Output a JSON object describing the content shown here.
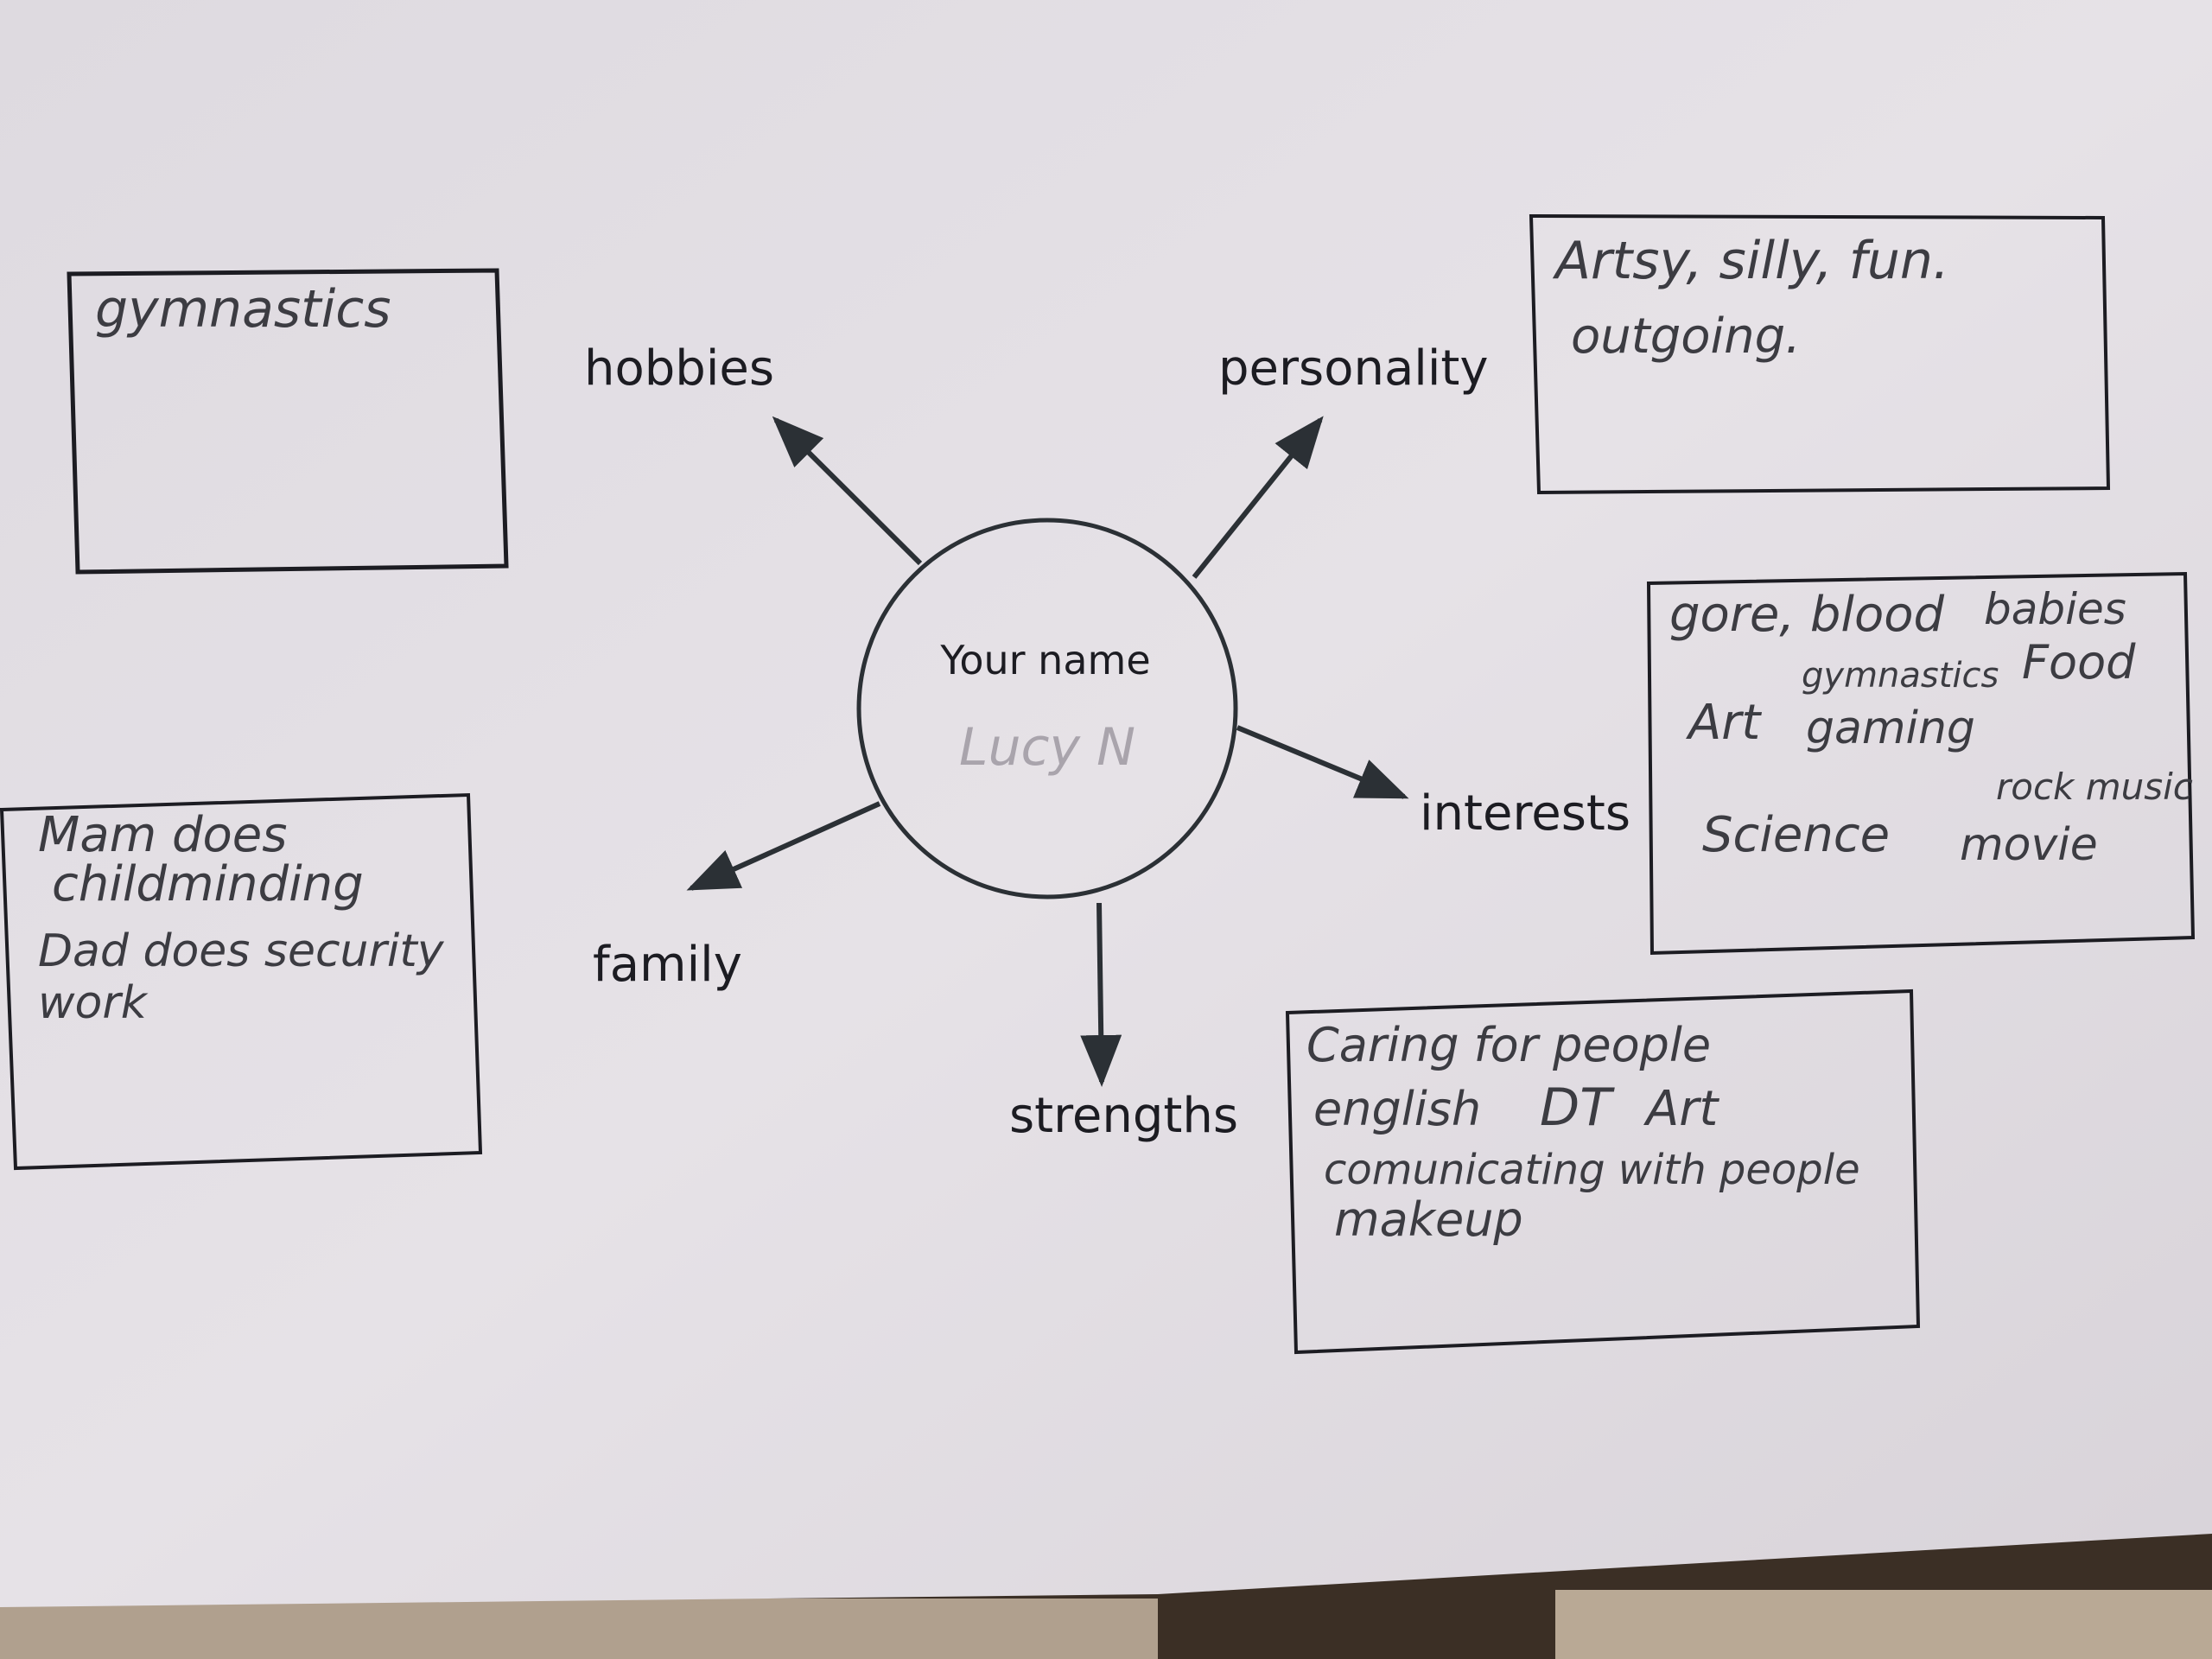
{
  "center": {
    "prompt": "Your name",
    "name": "Lucy N"
  },
  "branches": {
    "hobbies": {
      "label": "hobbies",
      "lines": [
        "gymnastics"
      ]
    },
    "personality": {
      "label": "personality",
      "lines": [
        "Artsy, silly, fun.",
        "outgoing."
      ]
    },
    "interests": {
      "label": "interests",
      "lines": [
        "gore, blood",
        "babies",
        "gymnastics",
        "Food",
        "Art",
        "gaming",
        "rock music",
        "Science",
        "movie"
      ]
    },
    "family": {
      "label": "family",
      "lines": [
        "Mam does",
        "childminding",
        "Dad does security",
        "work"
      ]
    },
    "strengths": {
      "label": "strengths",
      "lines": [
        "Caring for people",
        "english",
        "DT",
        "Art",
        "comunicating with people",
        "makeup"
      ]
    }
  },
  "colors": {
    "paper": "#e4dfe4",
    "ink_print": "#1c1c22",
    "ink_pen": "#3c3c42",
    "ink_pencil": "#a9a4ac",
    "table": "#3b2f25"
  }
}
